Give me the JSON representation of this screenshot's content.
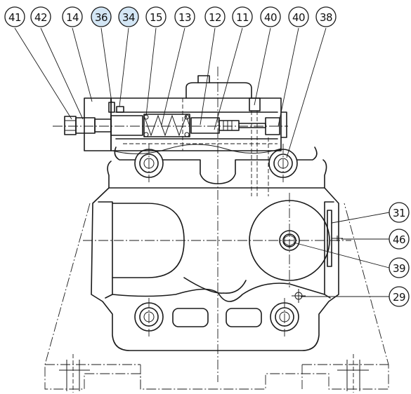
{
  "colors": {
    "line": "#1a1a1a",
    "callout_fill": "#ffffff",
    "callout_highlight": "#d3e6f5"
  },
  "callouts_top": [
    {
      "label": "41",
      "highlight": false
    },
    {
      "label": "42",
      "highlight": false
    },
    {
      "label": "14",
      "highlight": false
    },
    {
      "label": "36",
      "highlight": true
    },
    {
      "label": "34",
      "highlight": true
    },
    {
      "label": "15",
      "highlight": false
    },
    {
      "label": "13",
      "highlight": false
    },
    {
      "label": "12",
      "highlight": false
    },
    {
      "label": "11",
      "highlight": false
    },
    {
      "label": "40",
      "highlight": false
    },
    {
      "label": "40",
      "highlight": false
    },
    {
      "label": "38",
      "highlight": false
    }
  ],
  "callouts_right": [
    {
      "label": "31",
      "highlight": false
    },
    {
      "label": "46",
      "highlight": false
    },
    {
      "label": "39",
      "highlight": false
    },
    {
      "label": "29",
      "highlight": false
    }
  ]
}
